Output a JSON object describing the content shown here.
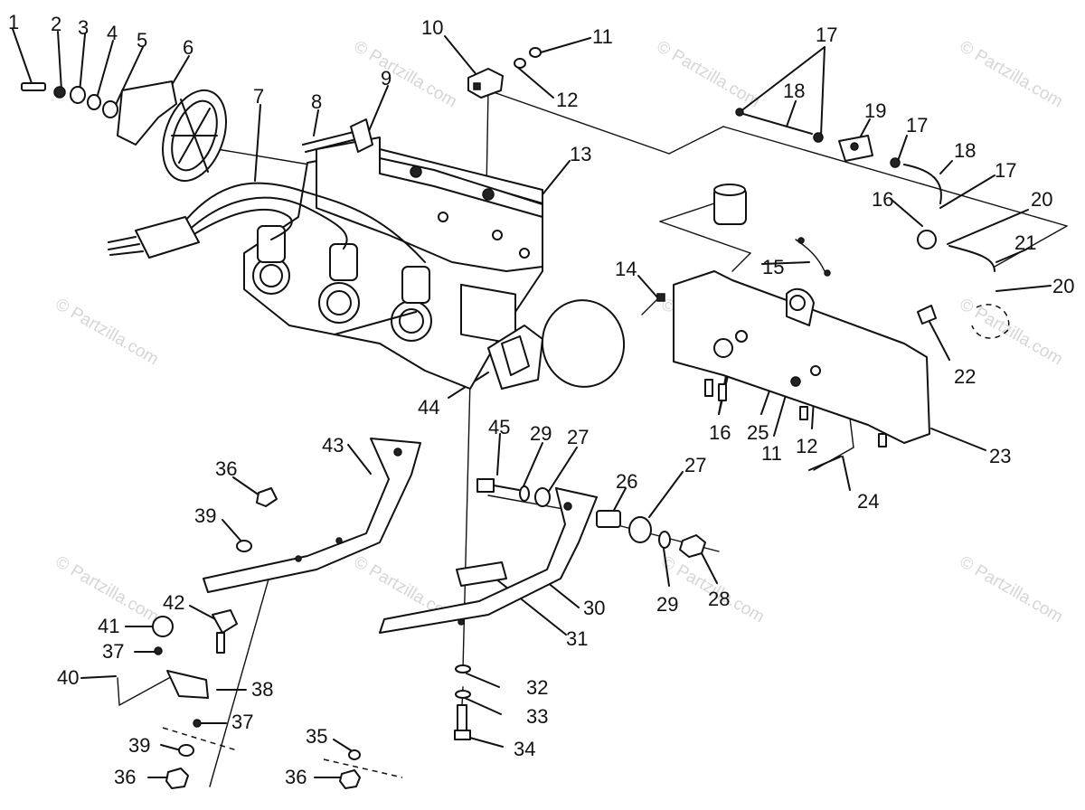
{
  "diagram": {
    "watermark": "© Partzilla.com",
    "callouts": [
      "1",
      "2",
      "3",
      "4",
      "5",
      "6",
      "7",
      "8",
      "9",
      "10",
      "11",
      "12",
      "13",
      "14",
      "15",
      "16",
      "17",
      "18",
      "19",
      "20",
      "21",
      "22",
      "23",
      "24",
      "25",
      "26",
      "27",
      "28",
      "29",
      "30",
      "31",
      "32",
      "33",
      "34",
      "35",
      "36",
      "37",
      "38",
      "39",
      "40",
      "41",
      "42",
      "43",
      "44",
      "45"
    ]
  }
}
